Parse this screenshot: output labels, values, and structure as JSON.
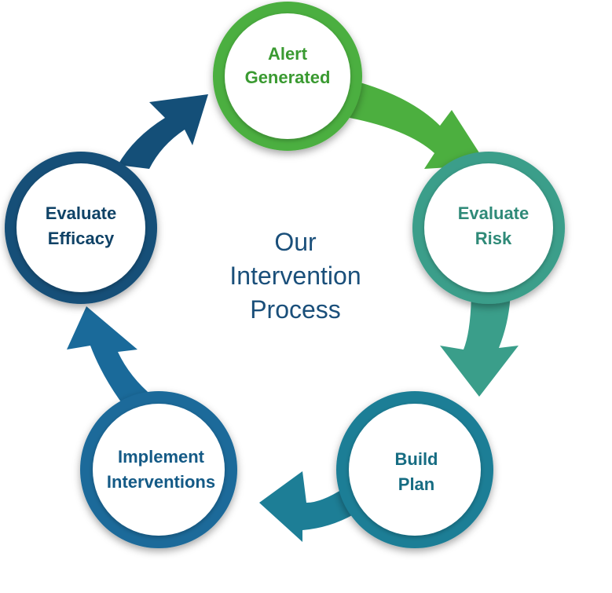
{
  "title": {
    "line1": "Our",
    "line2": "Intervention",
    "line3": "Process"
  },
  "steps": [
    {
      "line1": "Alert",
      "line2": "Generated",
      "color": "#4caf3f",
      "dark": "#3a9a31"
    },
    {
      "line1": "Evaluate",
      "line2": "Risk",
      "color": "#3a9e8a",
      "dark": "#2f8a78"
    },
    {
      "line1": "Build",
      "line2": "Plan",
      "color": "#1d7e96",
      "dark": "#166c82"
    },
    {
      "line1": "Implement",
      "line2": "Interventions",
      "color": "#1a6a9a",
      "dark": "#145a86"
    },
    {
      "line1": "Evaluate",
      "line2": "Efficacy",
      "color": "#144f78",
      "dark": "#0f4266"
    }
  ],
  "colors": {
    "title_text": "#1a4f7a"
  }
}
